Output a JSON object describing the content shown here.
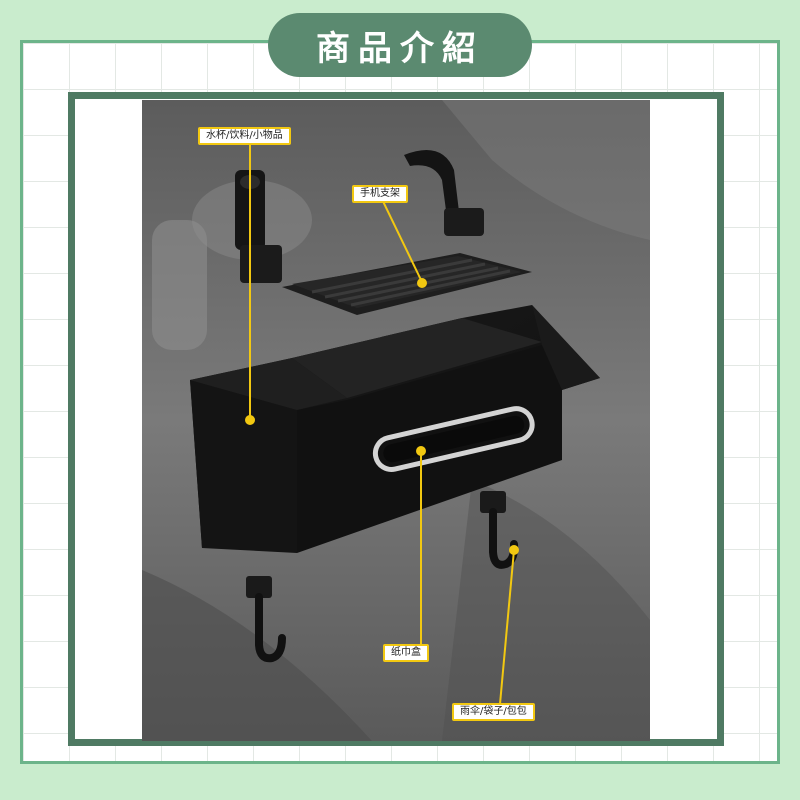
{
  "header": {
    "title": "商品介紹"
  },
  "callouts": {
    "cup_holder": "水杯/饮料/小物品",
    "phone_holder": "手机支架",
    "tissue_box": "纸巾盒",
    "hooks": "雨伞/袋子/包包"
  },
  "colors": {
    "background": "#c9eccd",
    "frame": "#4f7a63",
    "title_pill": "#5b8a70",
    "callout_line": "#f2c811"
  }
}
